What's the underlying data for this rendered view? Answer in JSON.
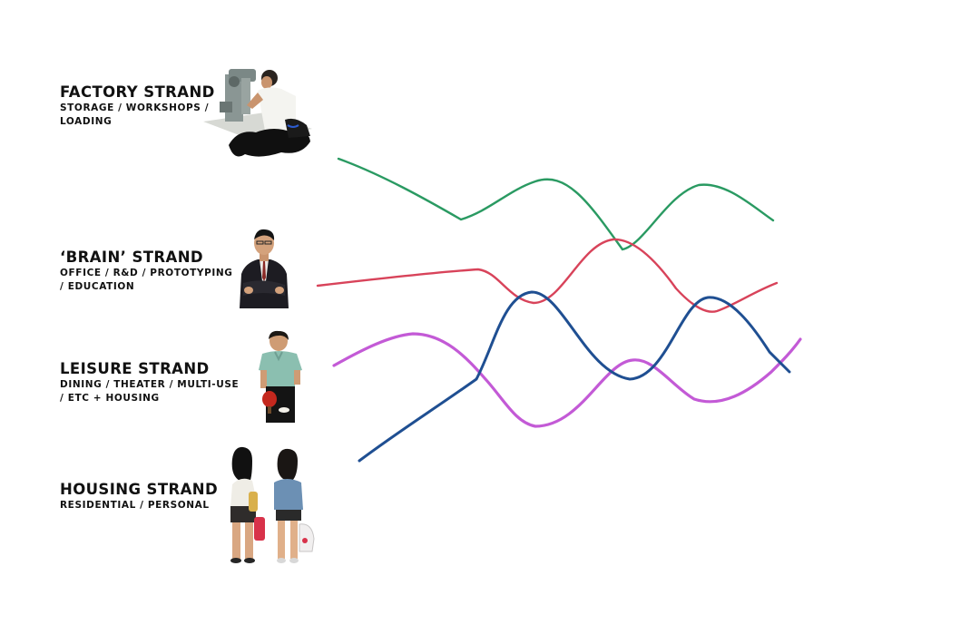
{
  "strands": [
    {
      "id": "factory",
      "title": "FACTORY STRAND",
      "subtitle_lines": [
        "STORAGE / WORKSHOPS /",
        "LOADING"
      ],
      "color": "#2a9a62",
      "photo": "worker-at-machine-photo"
    },
    {
      "id": "brain",
      "title": "‘BRAIN’ STRAND",
      "subtitle_lines": [
        "OFFICE / R&D / PROTOTYPING",
        "/ EDUCATION"
      ],
      "color": "#d8435a",
      "photo": "businessman-photo"
    },
    {
      "id": "leisure",
      "title": "LEISURE STRAND",
      "subtitle_lines": [
        "DINING / THEATER / MULTI-USE",
        "/ ETC + HOUSING"
      ],
      "color": "#c35ad6",
      "photo": "ping-pong-player-photo"
    },
    {
      "id": "housing",
      "title": "HOUSING STRAND",
      "subtitle_lines": [
        "RESIDENTIAL / PERSONAL"
      ],
      "color": "#1f4f92",
      "photo": "two-women-walking-photo"
    }
  ]
}
